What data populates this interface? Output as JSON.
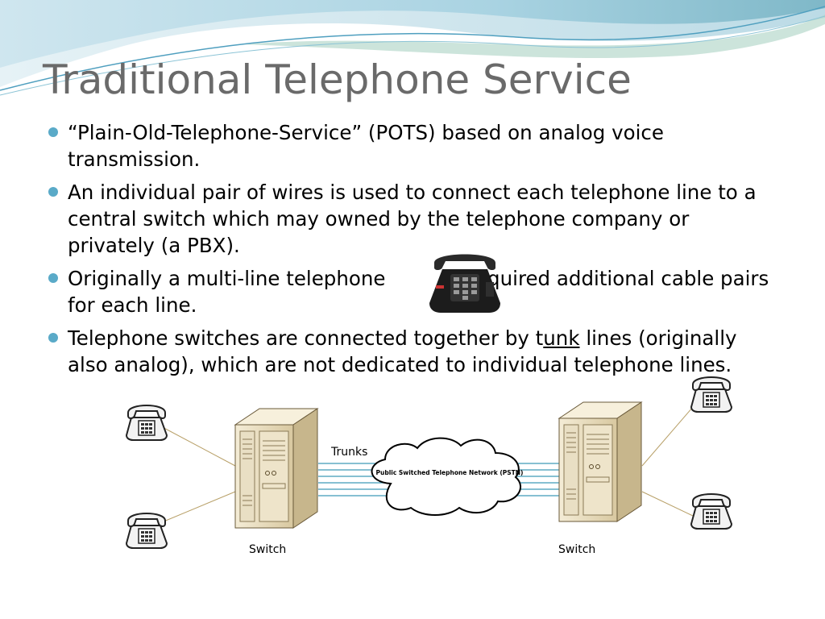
{
  "slide": {
    "title": "Traditional Telephone Service",
    "bullets": [
      {
        "text": "“Plain-Old-Telephone-Service” (POTS) based on analog voice transmission."
      },
      {
        "text": "An individual pair of wires is used to connect each telephone line to a central switch which may owned by the telephone company or privately (a PBX)."
      },
      {
        "text_before": "Originally a multi-line telephone",
        "text_after": "required additional cable pairs for each line."
      },
      {
        "text_pre": "Telephone switches are connected together by t",
        "text_underlined": "unk",
        "text_post": " lines (originally also analog), which are not dedicated to individual telephone lines."
      }
    ]
  },
  "diagram": {
    "trunks_label": "Trunks",
    "network_label": "Public Switched Telephone Network (PSTN)",
    "switch_left_label": "Switch",
    "switch_right_label": "Switch"
  },
  "colors": {
    "title": "#6a6a6a",
    "bullet": "#5aaac8",
    "trunk_line": "#3d9ab6",
    "phone_wire": "#b8a068",
    "switch_body": "#e8dcc0"
  },
  "icons": [
    "wave-decoration",
    "desk-phone-icon",
    "phone-icon",
    "switch-server-icon",
    "cloud-icon"
  ]
}
